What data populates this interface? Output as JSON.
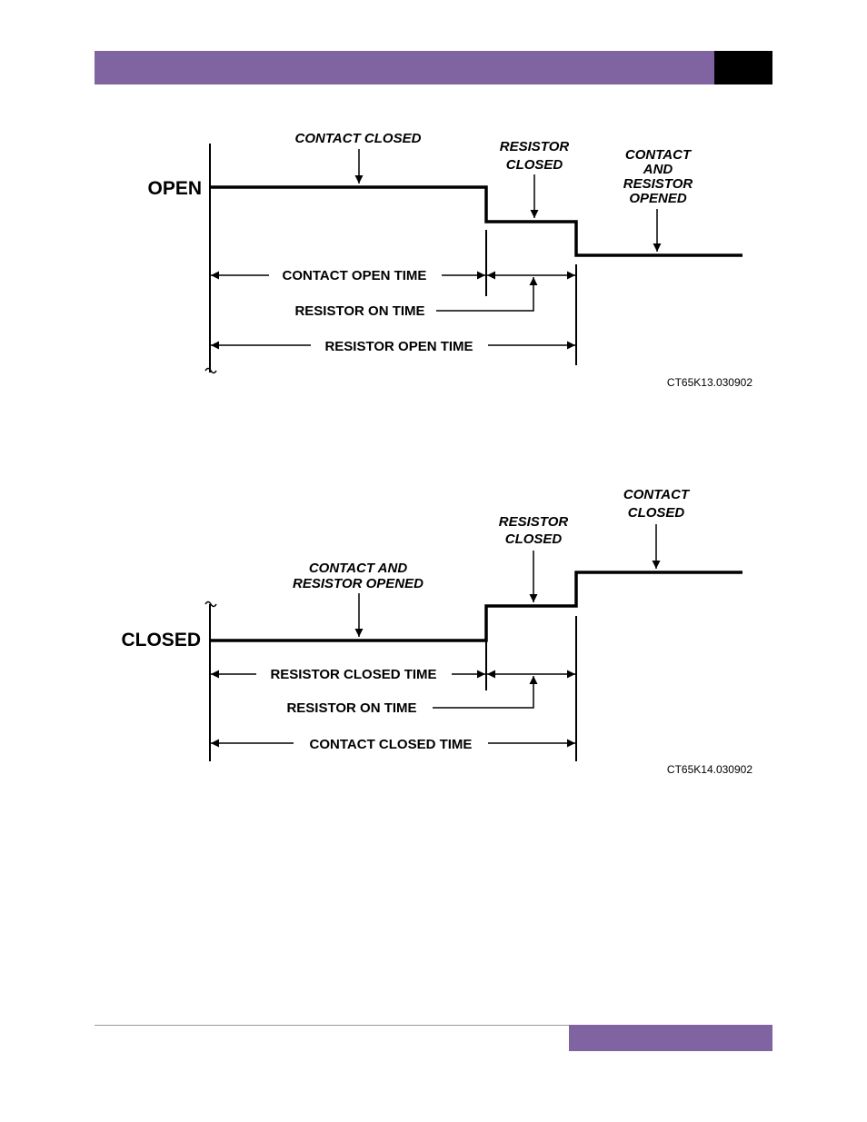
{
  "colors": {
    "accent": "#8064a2",
    "tab": "#000000"
  },
  "diagram_open": {
    "state_label": "OPEN",
    "contact_closed_label": "CONTACT CLOSED",
    "resistor_closed_label": [
      "RESISTOR",
      "CLOSED"
    ],
    "contact_resistor_opened_label": [
      "CONTACT",
      "AND",
      "RESISTOR",
      "OPENED"
    ],
    "contact_open_time_label": "CONTACT OPEN TIME",
    "resistor_on_time_label": "RESISTOR ON TIME",
    "resistor_open_time_label": "RESISTOR OPEN TIME",
    "figure_ref": "CT65K13.030902"
  },
  "diagram_closed": {
    "state_label": "CLOSED",
    "contact_resistor_opened_label": [
      "CONTACT AND",
      "RESISTOR OPENED"
    ],
    "resistor_closed_label": [
      "RESISTOR",
      "CLOSED"
    ],
    "contact_closed_label": [
      "CONTACT",
      "CLOSED"
    ],
    "resistor_closed_time_label": "RESISTOR CLOSED TIME",
    "resistor_on_time_label": "RESISTOR ON TIME",
    "contact_closed_time_label": "CONTACT CLOSED TIME",
    "figure_ref": "CT65K14.030902"
  }
}
